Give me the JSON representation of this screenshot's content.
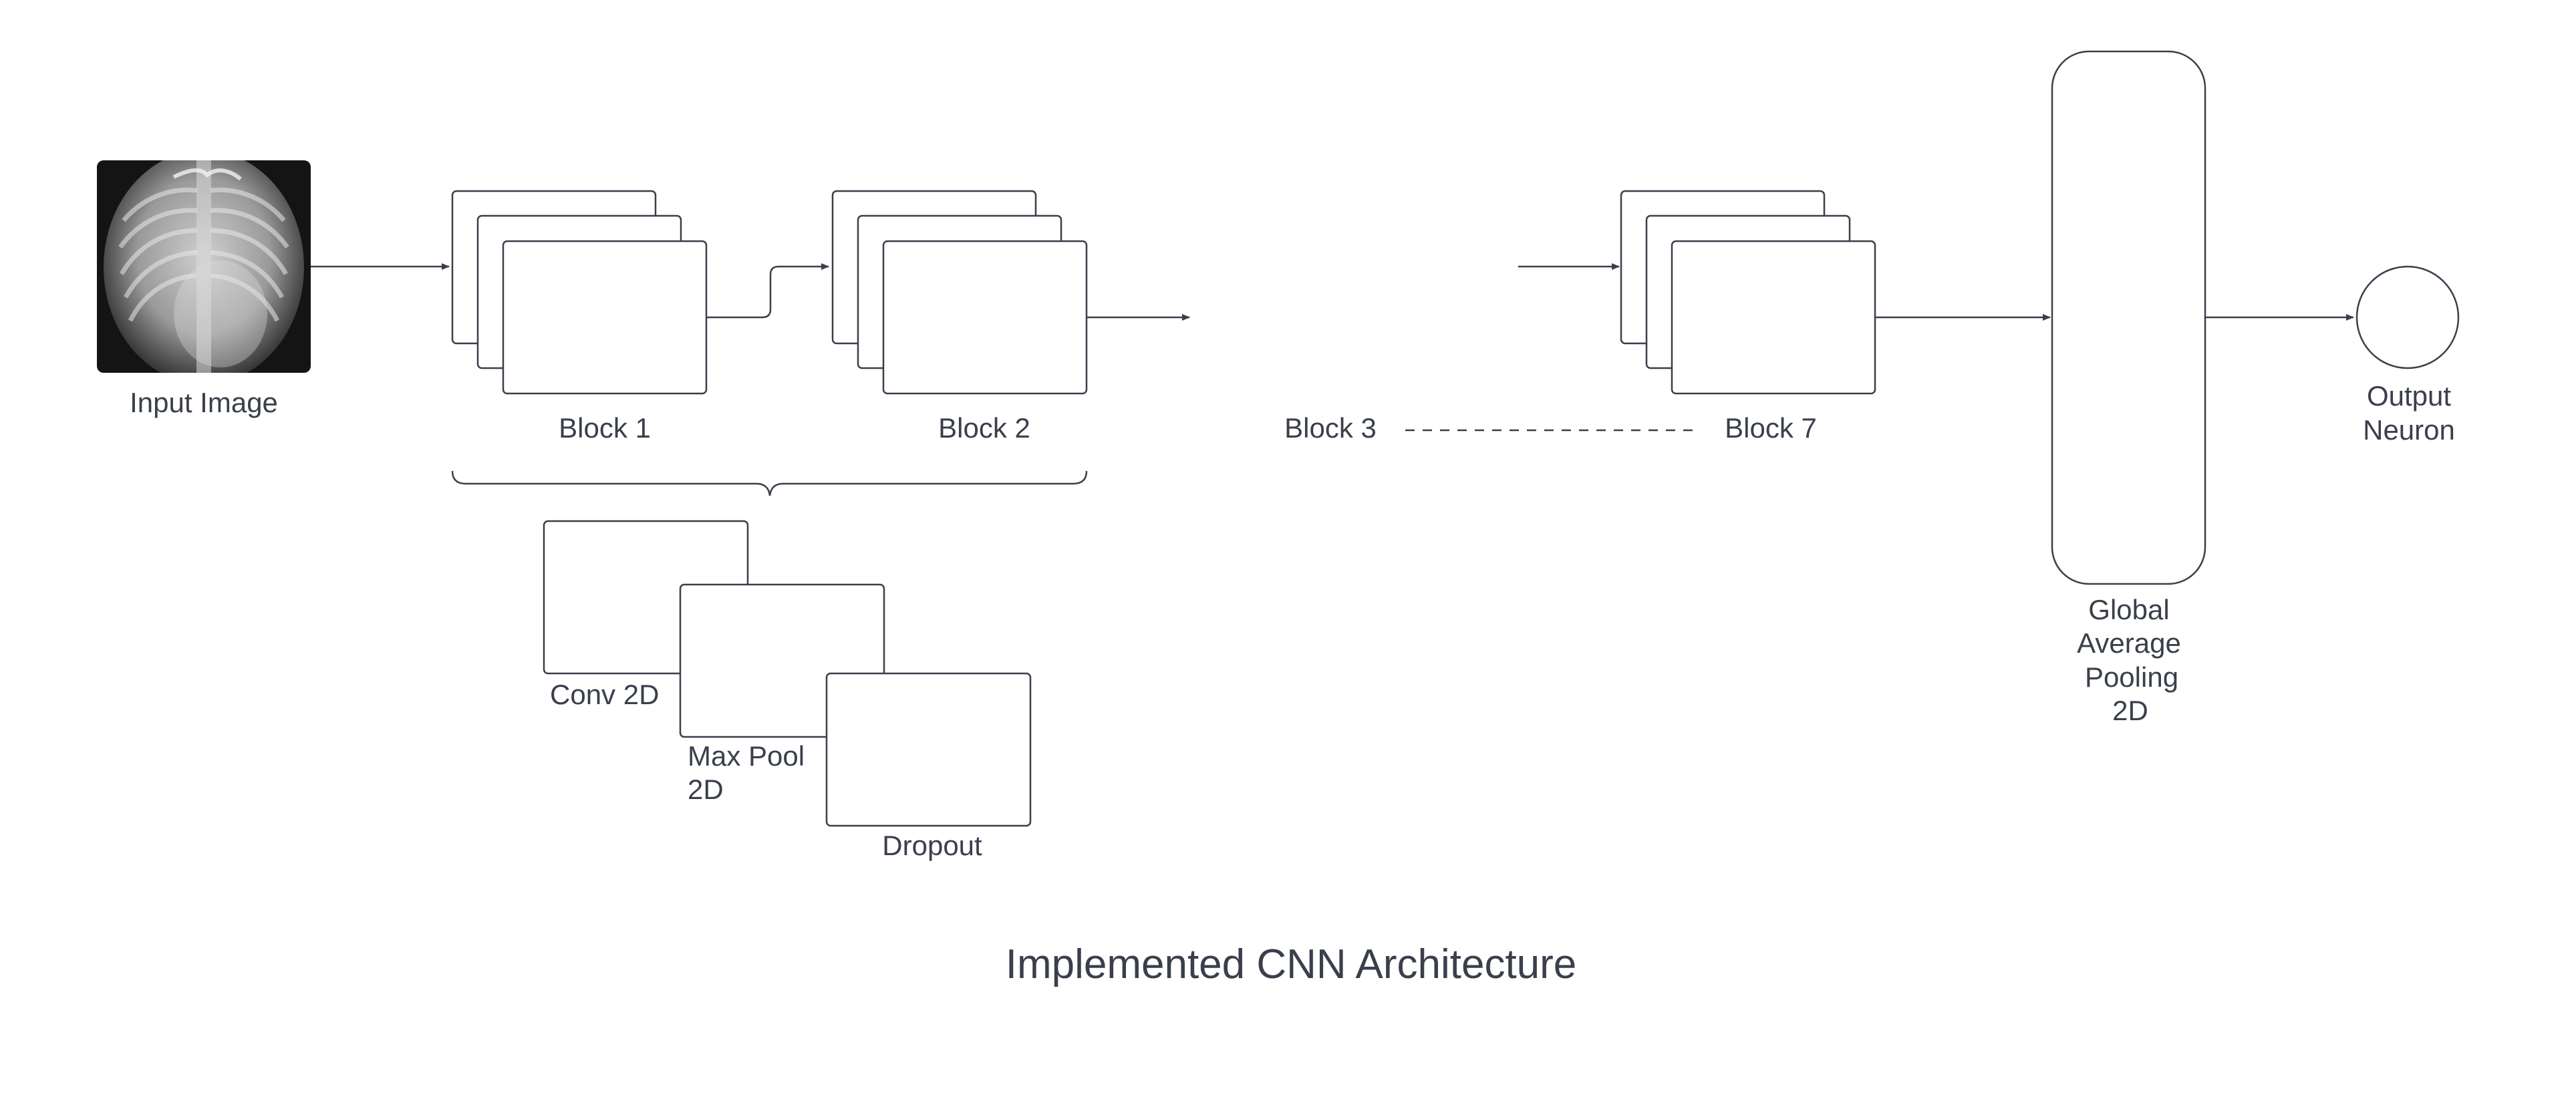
{
  "diagram": {
    "title": "Implemented CNN Architecture",
    "input_label": "Input Image",
    "block1_label": "Block 1",
    "block2_label": "Block 2",
    "block3_label": "Block 3",
    "block7_label": "Block 7",
    "layers": {
      "conv": "Conv 2D",
      "maxpool_line1": "Max Pool",
      "maxpool_line2": "2D",
      "dropout": "Dropout"
    },
    "gap_label": {
      "line1": "Global",
      "line2": "Average",
      "line3": "Pooling",
      "line4": "2D"
    },
    "output_label": {
      "line1": "Output",
      "line2": "Neuron"
    }
  }
}
